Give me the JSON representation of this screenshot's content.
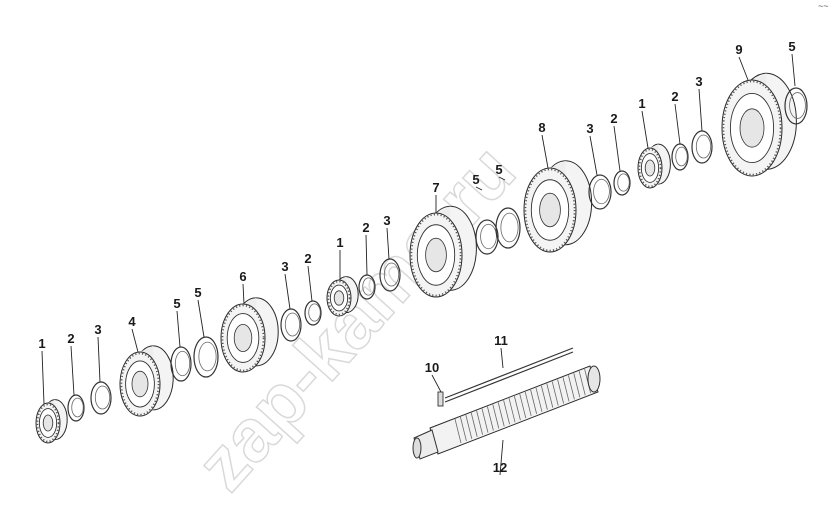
{
  "watermark": "zap-kama.ru",
  "corner_mark": "~~",
  "labels": [
    "1",
    "2",
    "3",
    "4",
    "5",
    "5",
    "6",
    "3",
    "2",
    "1",
    "2",
    "3",
    "7",
    "5",
    "5",
    "8",
    "3",
    "2",
    "1",
    "2",
    "3",
    "9",
    "5",
    "10",
    "11",
    "12"
  ]
}
